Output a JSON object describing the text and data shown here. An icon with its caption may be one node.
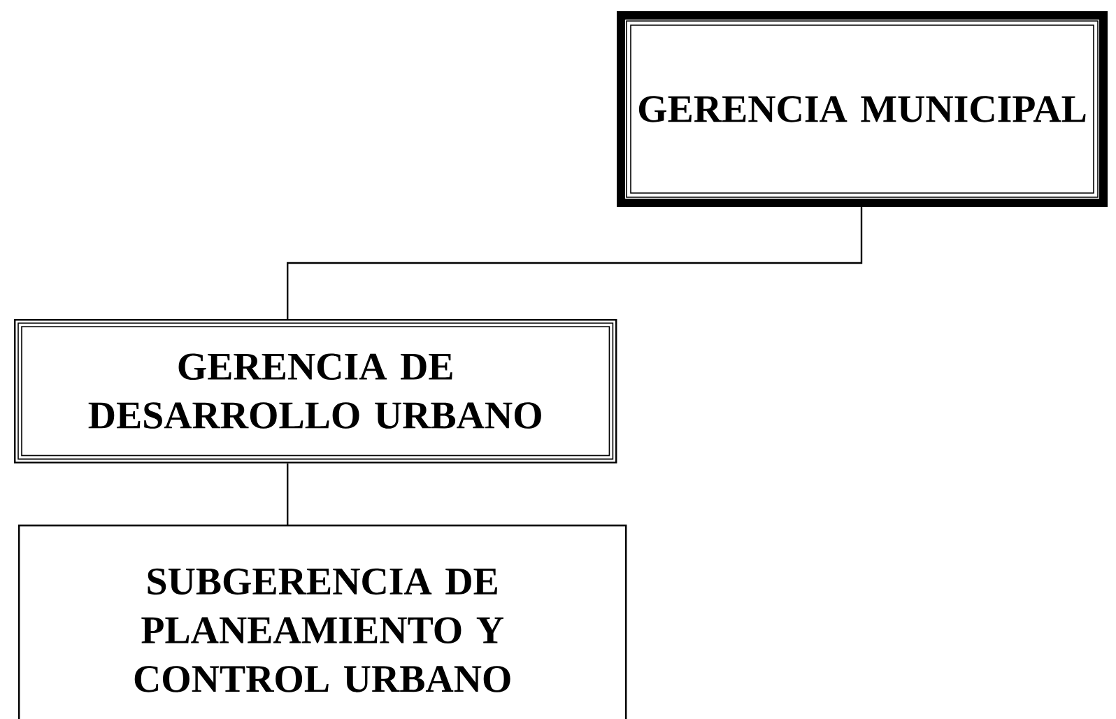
{
  "diagram": {
    "nodes": [
      {
        "text": [
          "GERENCIA MUNICIPAL"
        ]
      },
      {
        "text": [
          "GERENCIA DE DESARROLLO URBANO"
        ]
      },
      {
        "text": [
          "SUBGERENCIA DE PLANEAMIENTO Y CONTROL URBANO"
        ]
      }
    ],
    "edges": [
      {
        "from": 0,
        "to": 1,
        "arrow": "none"
      },
      {
        "from": 1,
        "to": 2,
        "arrow": "none"
      }
    ]
  }
}
